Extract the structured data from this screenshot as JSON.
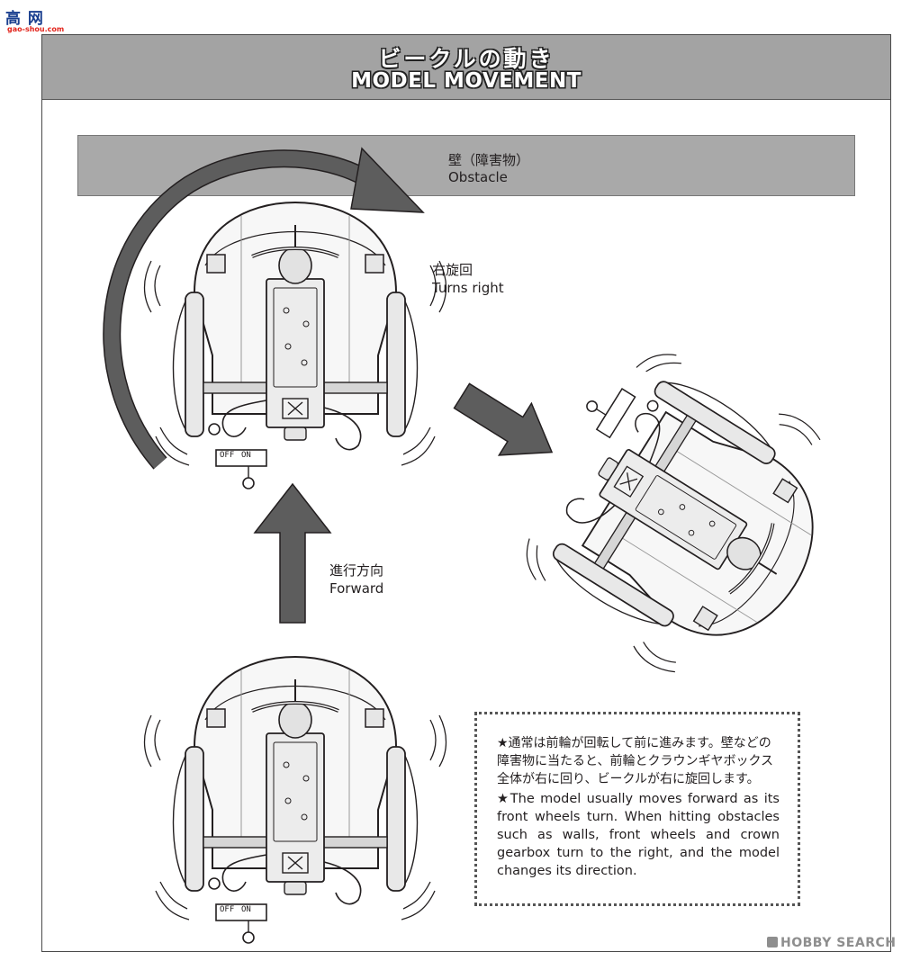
{
  "watermark_top": {
    "main": "高 网",
    "sub": "gao-shou.com"
  },
  "header": {
    "title_jp": "ビークルの動き",
    "title_en": "MODEL MOVEMENT"
  },
  "wall": {
    "label_jp": "壁（障害物）",
    "label_en": "Obstacle"
  },
  "labels": {
    "turn_jp": "右旋回",
    "turn_en": "Turns right",
    "forward_jp": "進行方向",
    "forward_en": "Forward",
    "switch_off": "OFF",
    "switch_on": "ON"
  },
  "note": {
    "jp": "★通常は前輪が回転して前に進みます。壁などの障害物に当たると、前輪とクラウンギヤボックス全体が右に回り、ビークルが右に旋回します。",
    "en": "★The model usually moves forward as its front wheels turn. When hitting obstacles such as walls, front wheels and crown gearbox turn to the right, and the model changes its direction."
  },
  "watermark_bottom": "HOBBY SEARCH",
  "colors": {
    "banner": "#a3a3a3",
    "arrow": "#5d5d5d",
    "wall": "#a9a9a9",
    "line": "#231f20"
  }
}
